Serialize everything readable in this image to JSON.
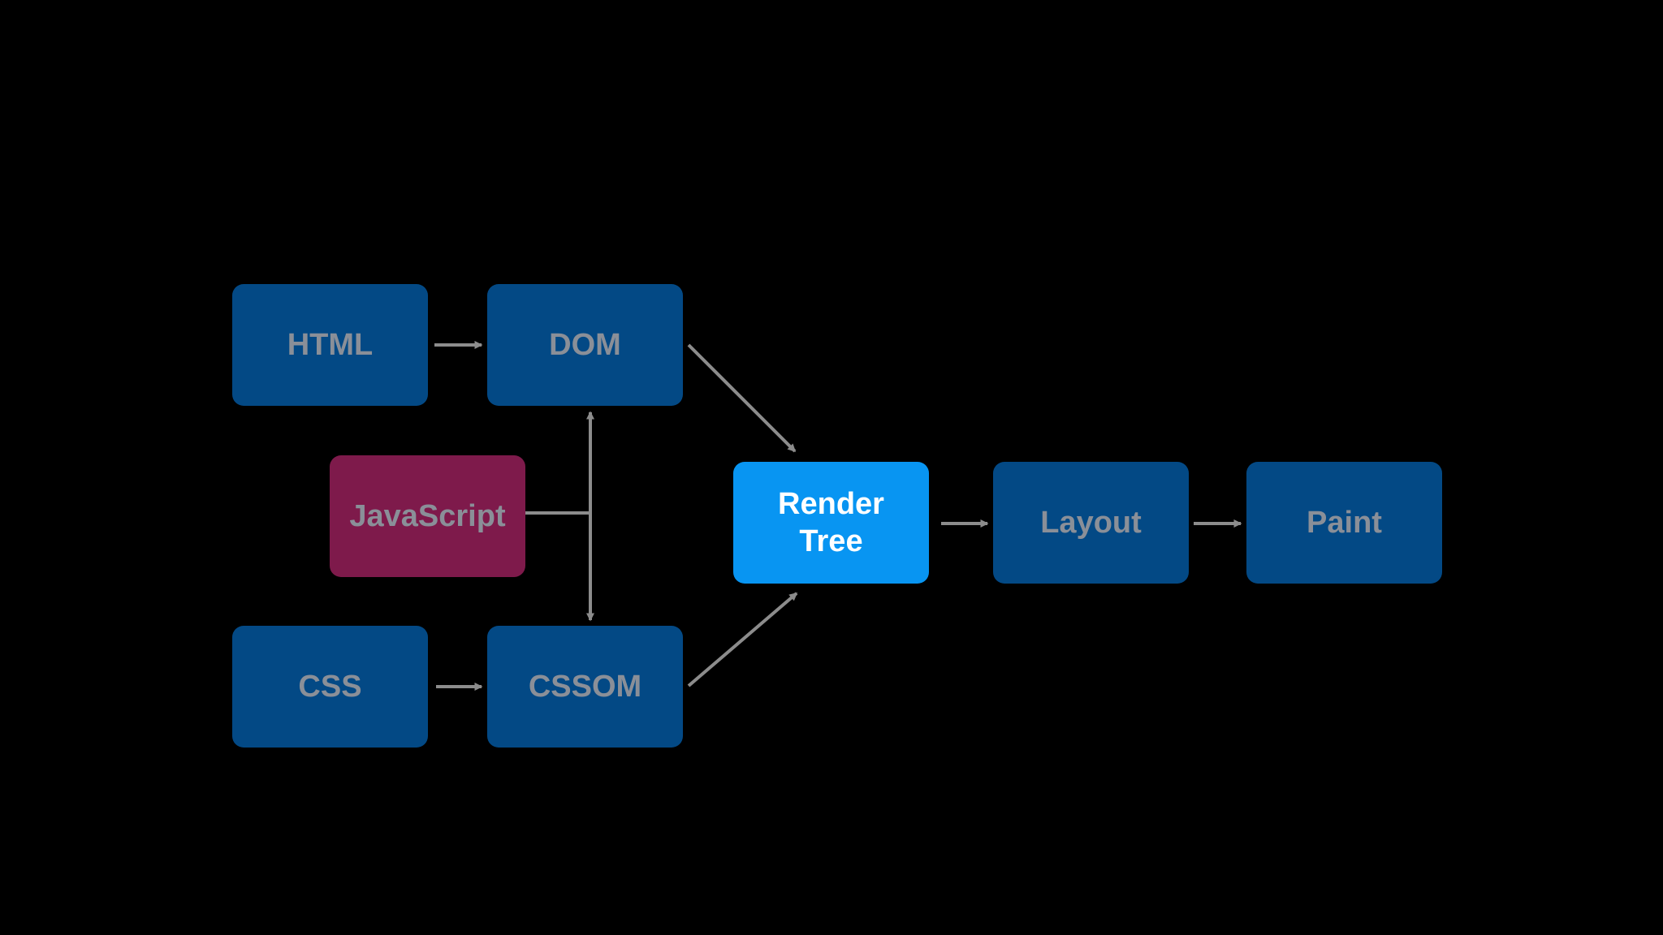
{
  "diagram": {
    "background": "#000000",
    "colors": {
      "stage_box": "#034985",
      "script_box": "#7e1a4b",
      "active_box": "#0895f2",
      "muted_text": "#8a8f98",
      "active_text": "#ffffff",
      "arrow": "#8c8c8c"
    },
    "nodes": {
      "html": "HTML",
      "dom": "DOM",
      "javascript": "JavaScript",
      "css": "CSS",
      "cssom": "CSSOM",
      "render_tree": "Render\nTree",
      "layout": "Layout",
      "paint": "Paint"
    },
    "edges": [
      {
        "from": "html",
        "to": "dom"
      },
      {
        "from": "css",
        "to": "cssom"
      },
      {
        "from": "dom",
        "to": "render_tree"
      },
      {
        "from": "cssom",
        "to": "render_tree"
      },
      {
        "from": "javascript",
        "to": "dom"
      },
      {
        "from": "javascript",
        "to": "cssom"
      },
      {
        "from": "render_tree",
        "to": "layout"
      },
      {
        "from": "layout",
        "to": "paint"
      }
    ]
  }
}
